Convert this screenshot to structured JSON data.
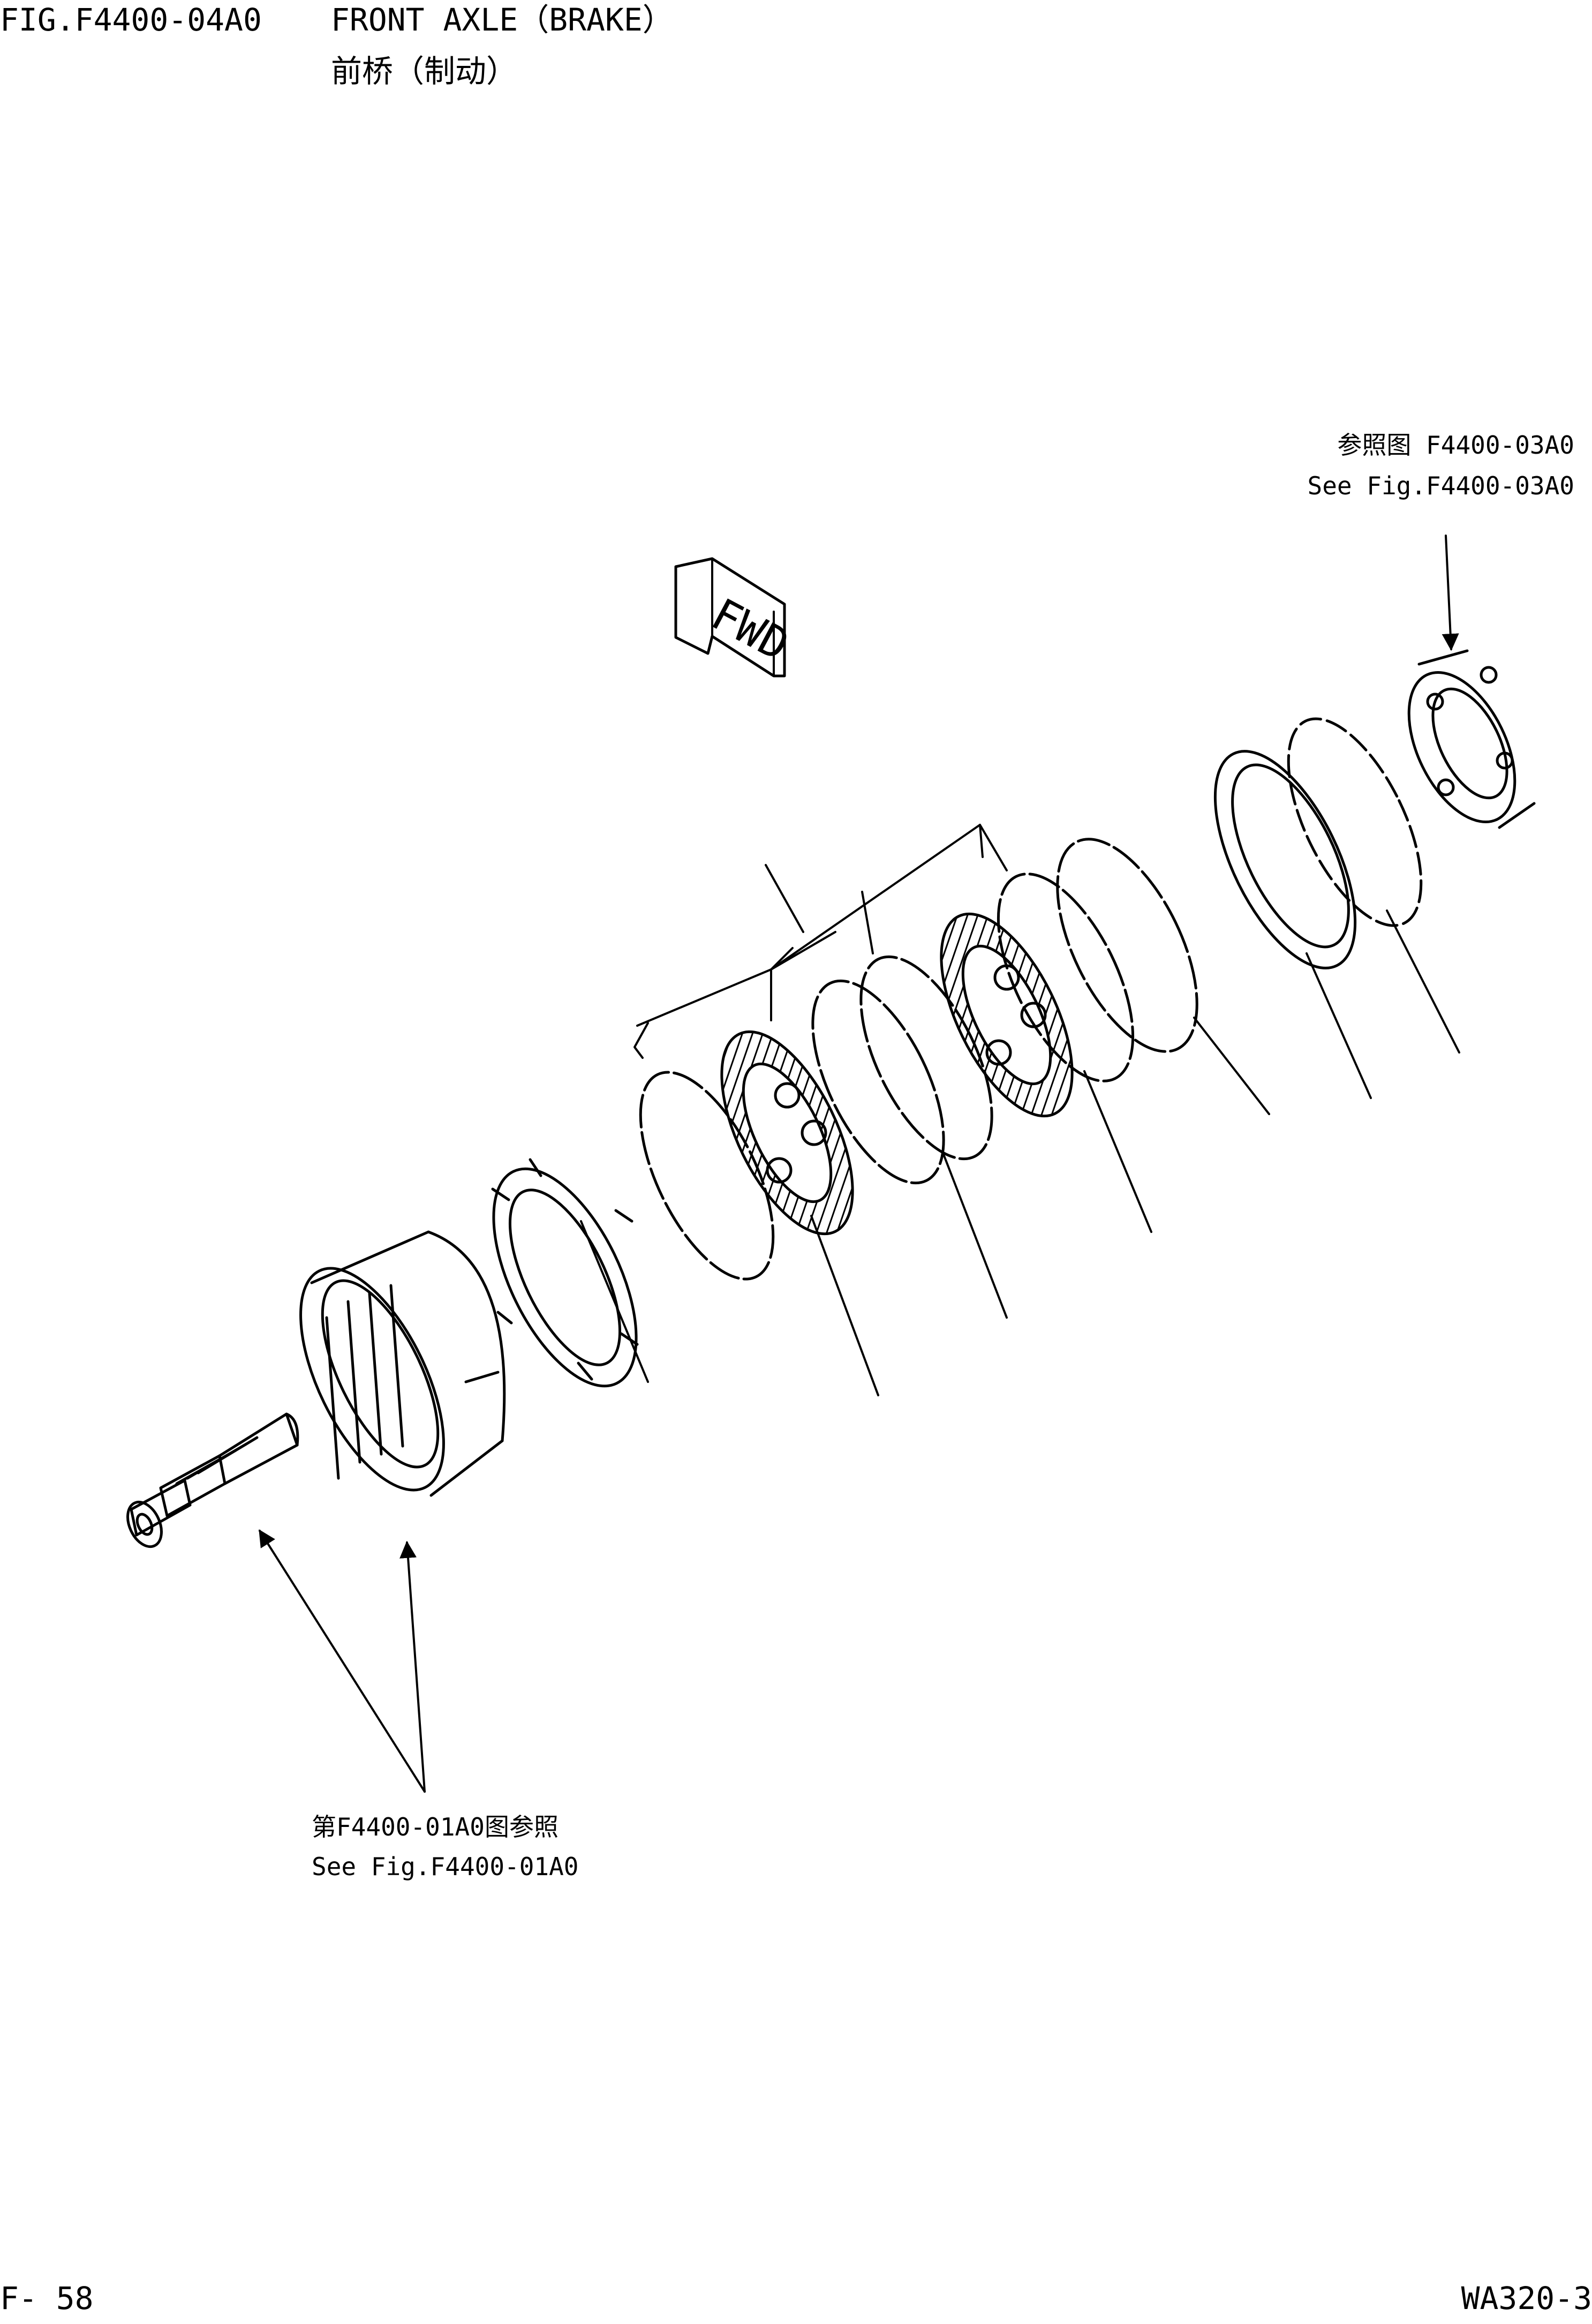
{
  "header": {
    "figure_id": "FIG.F4400-04A0",
    "title_en": "FRONT AXLE（BRAKE）",
    "title_zh": "前桥（制动）"
  },
  "references": {
    "upper_right_zh": "参照图 F4400-03A0",
    "upper_right_en": "See Fig.F4400-03A0",
    "lower_left_zh": "第F4400-01A0图参照",
    "lower_left_en": "See Fig.F4400-01A0"
  },
  "fwd_marker": {
    "label": "FWD"
  },
  "footer": {
    "page": "F- 58",
    "model": "WA320-3"
  },
  "colors": {
    "ink": "#000000",
    "paper": "#ffffff"
  }
}
